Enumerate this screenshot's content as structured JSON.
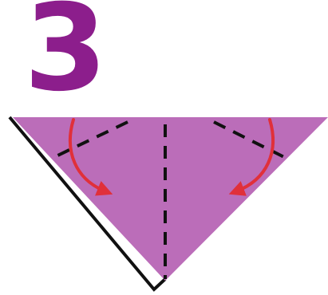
{
  "step": {
    "number": "3"
  },
  "colors": {
    "paper_front": "#bb6db9",
    "paper_edge": "#111111",
    "fold_line": "#111111",
    "arrow": "#e0303a",
    "step_number": "#8c1e8c"
  },
  "icons": {
    "left_fold_arrow": "curved-arrow-down-right",
    "right_fold_arrow": "curved-arrow-down-left"
  }
}
